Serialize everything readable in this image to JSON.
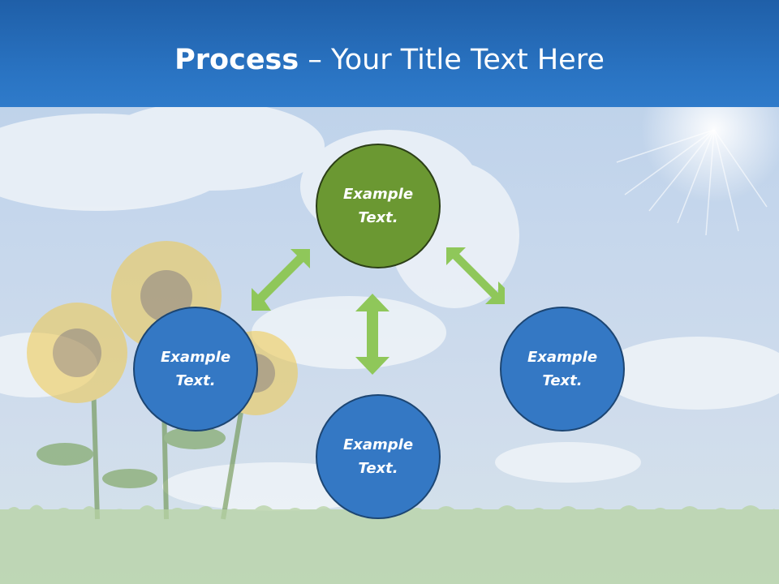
{
  "slide": {
    "title_bold": "Process",
    "title_rest": " – Your Title Text Here"
  },
  "diagram": {
    "top_node": "Example Text.",
    "left_node": "Example Text.",
    "right_node": "Example Text.",
    "bottom_node": "Example Text."
  },
  "colors": {
    "header": "#2a74c3",
    "center_node": "#6b9832",
    "outer_nodes": "#3478c4",
    "arrows": "#8fc75a"
  }
}
